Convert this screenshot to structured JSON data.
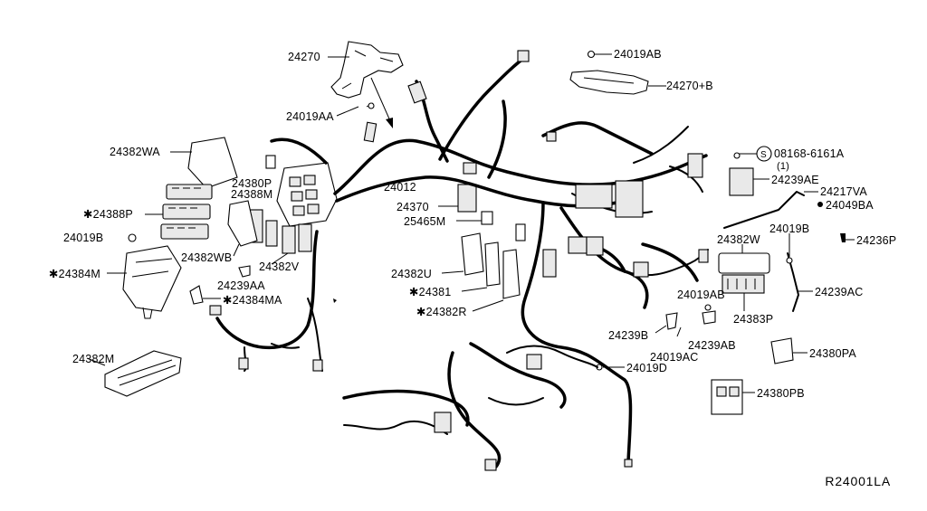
{
  "diagram": {
    "reference_code": "R24001LA",
    "parts": [
      {
        "id": "p24270",
        "text": "24270"
      },
      {
        "id": "p24019AA",
        "text": "24019AA"
      },
      {
        "id": "p24019AB",
        "text": "24019AB"
      },
      {
        "id": "p24270B",
        "text": "24270+B"
      },
      {
        "id": "p24382WA",
        "text": "24382WA"
      },
      {
        "id": "p08168",
        "text": "08168-6161A"
      },
      {
        "id": "p08168q",
        "text": "(1)"
      },
      {
        "id": "p24239AE",
        "text": "24239AE"
      },
      {
        "id": "p24217VA",
        "text": "24217VA"
      },
      {
        "id": "p24049BA",
        "text": "24049BA"
      },
      {
        "id": "p24380P",
        "text": "24380P"
      },
      {
        "id": "p24388M",
        "text": "24388M"
      },
      {
        "id": "p24012",
        "text": "24012"
      },
      {
        "id": "p24370",
        "text": "24370"
      },
      {
        "id": "p24388P",
        "text": "✱24388P"
      },
      {
        "id": "p25465M",
        "text": "25465M"
      },
      {
        "id": "p24019B_l",
        "text": "24019B"
      },
      {
        "id": "p24019B_r",
        "text": "24019B"
      },
      {
        "id": "p24382W",
        "text": "24382W"
      },
      {
        "id": "p24236P",
        "text": "24236P"
      },
      {
        "id": "p24382WB",
        "text": "24382WB"
      },
      {
        "id": "p24382V",
        "text": "24382V"
      },
      {
        "id": "p24384M",
        "text": "✱24384M"
      },
      {
        "id": "p24382U",
        "text": "24382U"
      },
      {
        "id": "p24239AC",
        "text": "24239AC"
      },
      {
        "id": "p24239AA",
        "text": "24239AA"
      },
      {
        "id": "p24381",
        "text": "✱24381"
      },
      {
        "id": "p24019AB2",
        "text": "24019AB"
      },
      {
        "id": "p24384MA",
        "text": "✱24384MA"
      },
      {
        "id": "p24383P",
        "text": "24383P"
      },
      {
        "id": "p24382R",
        "text": "✱24382R"
      },
      {
        "id": "p24239B",
        "text": "24239B"
      },
      {
        "id": "p24239AB",
        "text": "24239AB"
      },
      {
        "id": "p24019AC",
        "text": "24019AC"
      },
      {
        "id": "p24380PA",
        "text": "24380PA"
      },
      {
        "id": "p24382M",
        "text": "24382M"
      },
      {
        "id": "p24019D",
        "text": "24019D"
      },
      {
        "id": "p24380PB",
        "text": "24380PB"
      }
    ]
  }
}
